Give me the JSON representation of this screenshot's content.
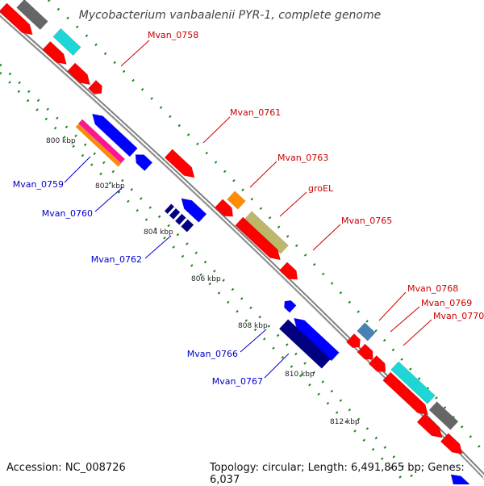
{
  "title": "Mycobacterium vanbaalenii PYR-1, complete genome",
  "footer": {
    "accession": "Accession: NC_008726",
    "summary": "Topology: circular; Length: 6,491,865 bp; Genes: 6,037"
  },
  "ticks": [
    "800 kbp",
    "802 kbp",
    "804 kbp",
    "806 kbp",
    "808 kbp",
    "810 kbp",
    "812 kbp"
  ],
  "labels": {
    "forward": [
      "Mvan_0758",
      "Mvan_0761",
      "Mvan_0763",
      "groEL",
      "Mvan_0765",
      "Mvan_0768",
      "Mvan_0769",
      "Mvan_0770"
    ],
    "reverse": [
      "Mvan_0759",
      "Mvan_0760",
      "Mvan_0762",
      "Mvan_0766",
      "Mvan_0767"
    ]
  },
  "colors": {
    "forward_label": "#cc0000",
    "reverse_label": "#0000cc",
    "backbone": "#808080",
    "tick_dots": "#1a8a1a",
    "red_gene": "#ff0000",
    "cyan_gene": "#1fd6d6",
    "grey_gene": "#666666",
    "blue_gene": "#0000ff",
    "navy_gene": "#000080",
    "orange_gene": "#ff8c00",
    "khaki_gene": "#bdb76b",
    "magenta_gene": "#ff1493",
    "steel_gene": "#4682b4"
  }
}
